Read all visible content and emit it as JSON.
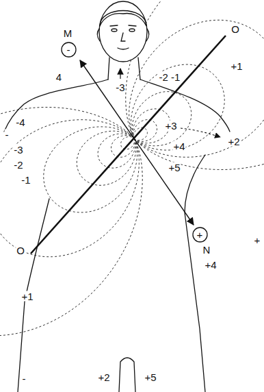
{
  "diagram": {
    "nodes": [
      {
        "text": [
          "-"
        ]
      },
      {
        "text": [
          "+"
        ]
      }
    ],
    "labels": [
      "M",
      "4",
      "-3",
      "-2 -1",
      "O",
      "+1",
      "-4",
      "-",
      "-3",
      "-2",
      "-1",
      "+3",
      "+2",
      "+4",
      "+5",
      "N",
      "+",
      "O",
      "+4",
      "+1",
      "-",
      "+2",
      "+5"
    ]
  }
}
